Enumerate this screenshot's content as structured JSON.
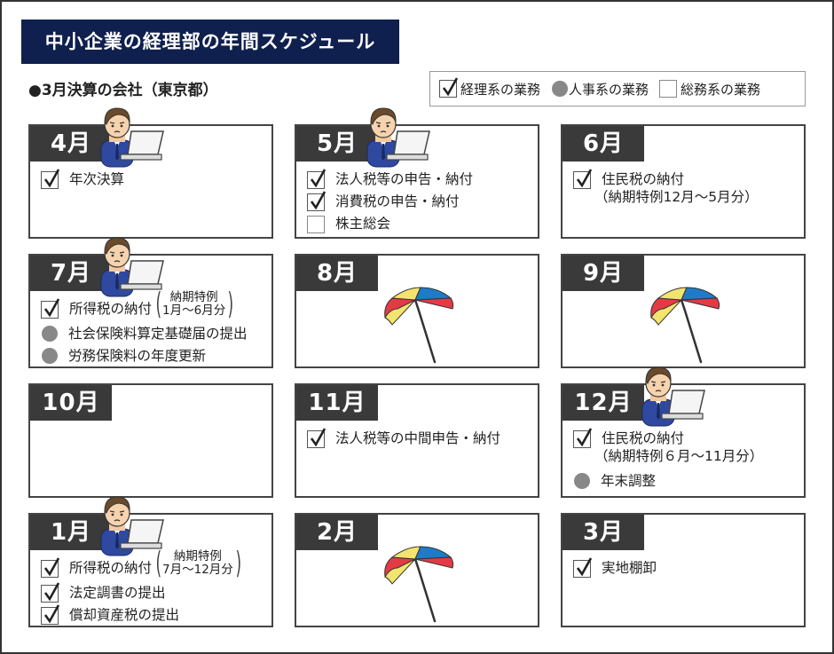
{
  "header": {
    "title": "中小企業の経理部の年間スケジュール",
    "subtitle": "●3月決算の会社（東京都）"
  },
  "legend": [
    {
      "marker": "check",
      "label": "経理系の業務"
    },
    {
      "marker": "dot",
      "label": "人事系の業務"
    },
    {
      "marker": "box",
      "label": "総務系の業務"
    }
  ],
  "colors": {
    "title_bg": "#0f1f4e",
    "month_label_bg": "#3a3a3a",
    "hr_dot": "#888888",
    "umbrella_red": "#e23b45",
    "umbrella_yellow": "#f3e46d",
    "umbrella_blue": "#1f7bc8",
    "suit": "#2f49a0"
  },
  "months": [
    {
      "label": "4月",
      "icon": "worker-at-laptop-icon",
      "items": [
        {
          "marker": "check",
          "text": "年次決算"
        }
      ]
    },
    {
      "label": "5月",
      "icon": "worker-at-laptop-icon",
      "items": [
        {
          "marker": "check",
          "text": "法人税等の申告・納付"
        },
        {
          "marker": "check",
          "text": "消費税の申告・納付"
        },
        {
          "marker": "box",
          "text": "株主総会"
        }
      ]
    },
    {
      "label": "6月",
      "icon": "",
      "items": [
        {
          "marker": "check",
          "text": "住民税の納付",
          "note": "（納期特例12月～5月分）"
        }
      ]
    },
    {
      "label": "7月",
      "icon": "worker-at-laptop-icon",
      "items": [
        {
          "marker": "check",
          "text": "所得税の納付",
          "paren": [
            "納期特例",
            "1月～6月分"
          ]
        },
        {
          "marker": "dot",
          "text": "社会保険料算定基礎届の提出"
        },
        {
          "marker": "dot",
          "text": "労務保険料の年度更新"
        }
      ]
    },
    {
      "label": "8月",
      "icon": "umbrella-icon",
      "items": []
    },
    {
      "label": "9月",
      "icon": "umbrella-icon",
      "items": []
    },
    {
      "label": "10月",
      "icon": "",
      "items": []
    },
    {
      "label": "11月",
      "icon": "",
      "items": [
        {
          "marker": "check",
          "text": "法人税等の中間申告・納付"
        }
      ]
    },
    {
      "label": "12月",
      "icon": "worker-at-laptop-icon",
      "items": [
        {
          "marker": "check",
          "text": "住民税の納付",
          "note": "（納期特例６月～11月分）"
        },
        {
          "marker": "dot",
          "text": "年末調整"
        }
      ]
    },
    {
      "label": "1月",
      "icon": "worker-at-laptop-icon",
      "items": [
        {
          "marker": "check",
          "text": "所得税の納付",
          "paren": [
            "納期特例",
            "7月～12月分"
          ]
        },
        {
          "marker": "check",
          "text": "法定調書の提出"
        },
        {
          "marker": "check",
          "text": "償却資産税の提出"
        }
      ]
    },
    {
      "label": "2月",
      "icon": "umbrella-icon",
      "items": []
    },
    {
      "label": "3月",
      "icon": "",
      "items": [
        {
          "marker": "check",
          "text": "実地棚卸"
        }
      ]
    }
  ]
}
